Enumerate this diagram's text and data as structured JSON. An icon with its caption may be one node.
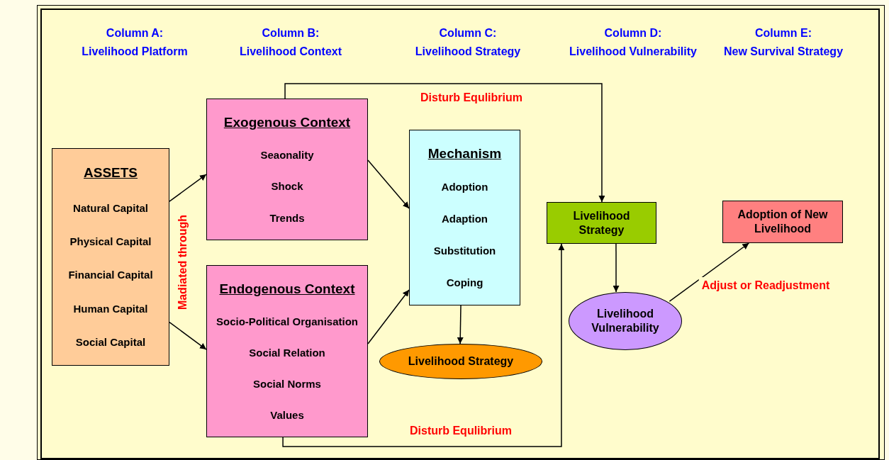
{
  "diagram": {
    "nodes": [
      {
        "text": [
          "ASSETS",
          "Natural Capital",
          "Physical Capital",
          "Financial Capital",
          "Human Capital",
          "Social Capital"
        ]
      },
      {
        "text": [
          "Exogenous Context",
          "Seaonality",
          "Shock",
          "Trends"
        ]
      },
      {
        "text": [
          "Endogenous Context",
          "Socio-Political Organisation",
          "Social Relation",
          "Social Norms",
          "Values"
        ]
      },
      {
        "text": [
          "Mechanism",
          "Adoption",
          "Adaption",
          "Substitution",
          "Coping"
        ]
      },
      {
        "text": [
          "Livelihood Strategy"
        ]
      },
      {
        "text": [
          "Livelihood Strategy"
        ]
      },
      {
        "text": [
          "Livelihood Vulnerability"
        ]
      },
      {
        "text": [
          "Adoption of New Livelihood"
        ]
      }
    ],
    "edges": [
      {
        "from": 0,
        "to": 1,
        "arrow": "to"
      },
      {
        "from": 0,
        "to": 2,
        "arrow": "to"
      },
      {
        "from": 1,
        "to": 3,
        "arrow": "to"
      },
      {
        "from": 2,
        "to": 3,
        "arrow": "to"
      },
      {
        "from": 3,
        "to": 4,
        "arrow": "to"
      },
      {
        "from": 1,
        "to": 5,
        "arrow": "to",
        "label": "Disturb Equlibrium"
      },
      {
        "from": 2,
        "to": 5,
        "arrow": "to",
        "label": "Disturb Equlibrium"
      },
      {
        "from": 5,
        "to": 6,
        "arrow": "to"
      },
      {
        "from": 6,
        "to": 7,
        "arrow": "to",
        "label": "Adjust or Readjustment"
      }
    ],
    "labels": [
      "Column A:",
      "Livelihood Platform",
      "Column B:",
      "Livelihood Context",
      "Column C:",
      "Livelihood Strategy",
      "Column D:",
      "Livelihood Vulnerability",
      "Column E:",
      "New Survival Strategy",
      "Madiated through"
    ]
  }
}
